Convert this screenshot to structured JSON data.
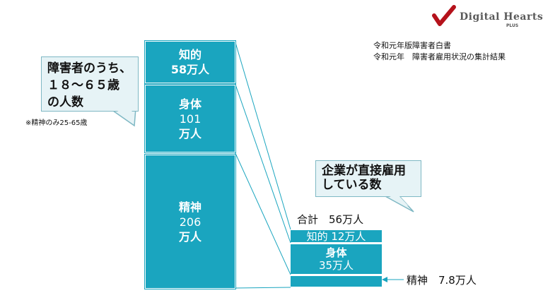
{
  "logo": {
    "name": "Digital Hearts",
    "sub": "PLUS"
  },
  "sources": {
    "line1": "令和元年版障害者白書",
    "line2": "令和元年　障害者雇用状況の集計結果"
  },
  "left_callout": {
    "line1": "障害者のうち、",
    "line2": "１８～６５歳",
    "line3": "の人数"
  },
  "note": "※精神のみ25-65歳",
  "left_blocks": {
    "intellectual": {
      "label": "知的",
      "value": "58万人"
    },
    "physical": {
      "label": "身体",
      "value": "101",
      "unit": "万人"
    },
    "mental": {
      "label": "精神",
      "value": "206",
      "unit": "万人"
    }
  },
  "right_callout": {
    "line1": "企業が直接雇用",
    "line2": "している数"
  },
  "right_total": "合計　56万人",
  "right_blocks": {
    "intellectual": "知的 12万人",
    "physical": {
      "label": "身体",
      "value": "35万人"
    },
    "mental": "精神　7.8万人"
  },
  "colors": {
    "block": "#1aa5bf",
    "callout_bg": "#e6f3f6",
    "callout_border": "#7fb8c4",
    "logo_check": "#b5121b"
  }
}
